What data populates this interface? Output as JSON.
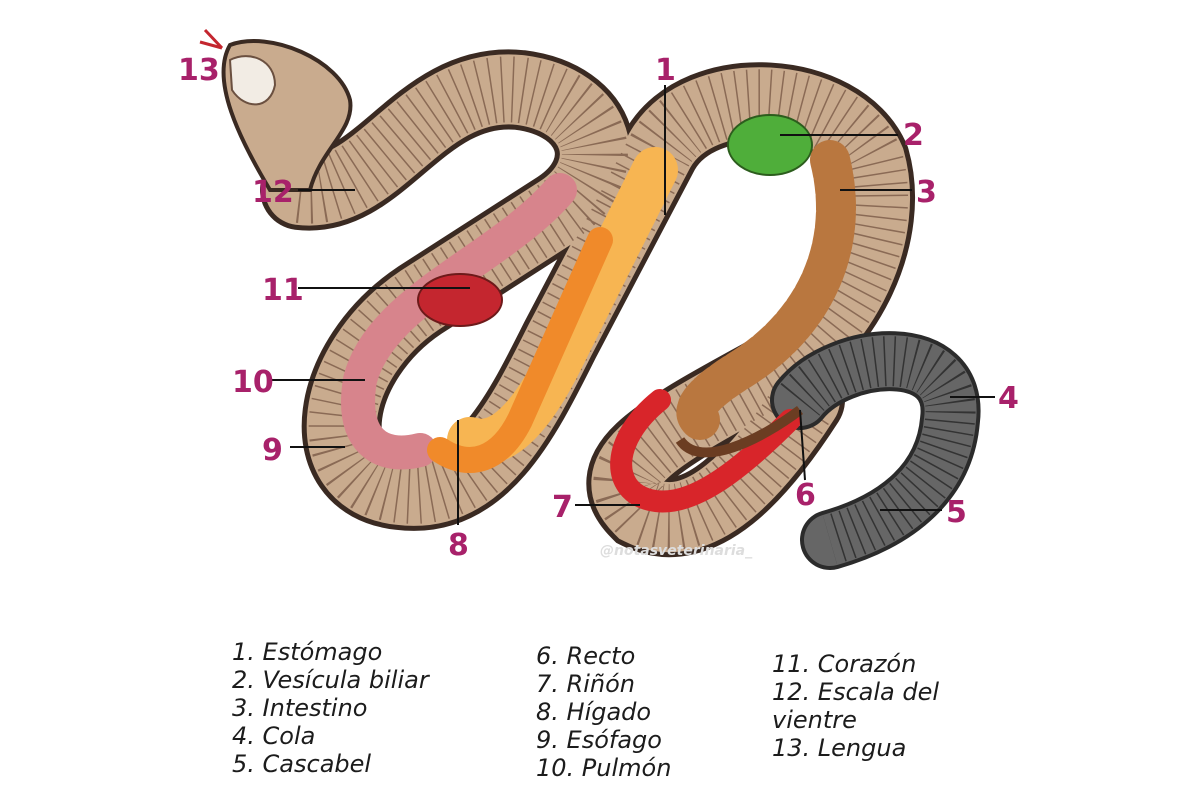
{
  "labels": [
    "1",
    "2",
    "3",
    "4",
    "5",
    "6",
    "7",
    "8",
    "9",
    "10",
    "11",
    "12",
    "13"
  ],
  "watermark": "@notasveterinaria_",
  "legend": {
    "col1": [
      "1. Estómago",
      "2. Vesícula biliar",
      "3. Intestino",
      "4. Cola",
      "5. Cascabel"
    ],
    "col2": [
      "6. Recto",
      "7. Riñón",
      "8. Hígado",
      "9. Esófago",
      "10. Pulmón"
    ],
    "col3": [
      "11. Corazón",
      "12. Escala del",
      "vientre",
      "13. Lengua"
    ]
  },
  "colors": {
    "label": "#a8216a",
    "outline": "#3a2a22",
    "scales": "#c9ab8e",
    "stomach": "#f7b552",
    "gall": "#4fae3a",
    "intestine": "#b9773f",
    "lung": "#d7848c",
    "heart": "#c4262f",
    "liver": "#f08a2a",
    "kidney": "#d8252a",
    "tail": "#555"
  }
}
